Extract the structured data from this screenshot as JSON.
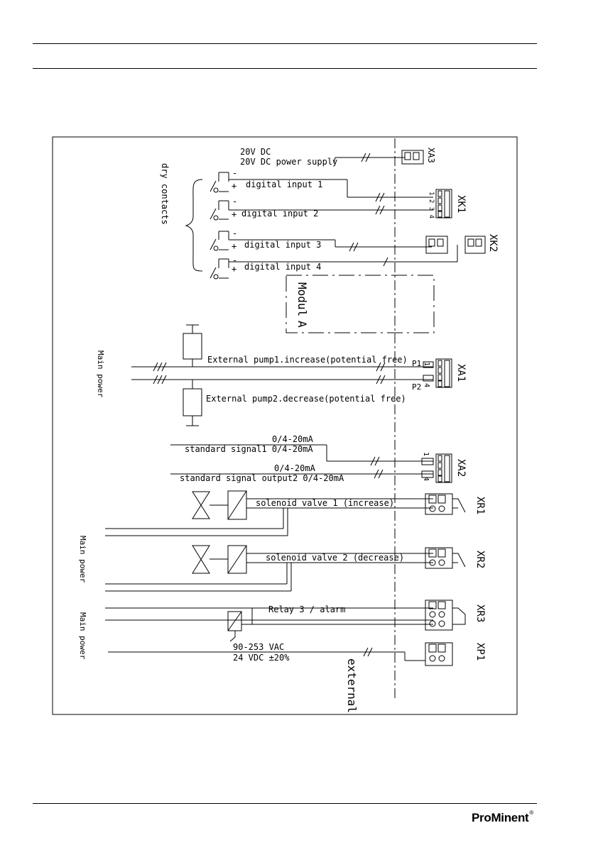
{
  "diagram": {
    "labels": {
      "supply_voltage": "20V DC",
      "supply_desc": "20V DC power supply",
      "dry_contacts": "dry contacts",
      "digital_input_1": "digital input 1",
      "digital_input_2": "digital input 2",
      "digital_input_3": "digital input 3",
      "digital_input_4": "digital input 4",
      "module_a_1": "Modul",
      "module_a_2": "A",
      "main_power": "Main power",
      "pump1": "External pump1.increase(potential free)",
      "pump2": "External pump2.decrease(potential free)",
      "p1": "P1",
      "p2": "P2",
      "sig1_range": "0/4-20mA",
      "sig1": "standard signal1 0/4-20mA",
      "sig2_range": "0/4-20mA",
      "sig2": "standard signal output2 0/4-20mA",
      "valve1": "solenoid valve 1 (increase)",
      "valve2": "solenoid valve 2 (decrease)",
      "relay3": "Relay 3 / alarm",
      "vac": "90-253 VAC",
      "vdc": "24 VDC ±20%",
      "external": "external",
      "plus": "+",
      "minus": "-"
    },
    "connectors": {
      "xa3": "XA3",
      "xk1": "XK1",
      "xk1_pins": "1 2 3 4",
      "xk2": "XK2",
      "xa1": "XA1",
      "xa2": "XA2",
      "xr1": "XR1",
      "xr2": "XR2",
      "xr3": "XR3",
      "xp1": "XP1",
      "pin1": "1",
      "pin4": "4"
    }
  },
  "footer": {
    "brand": "ProMinent",
    "brand_mark": "®"
  }
}
